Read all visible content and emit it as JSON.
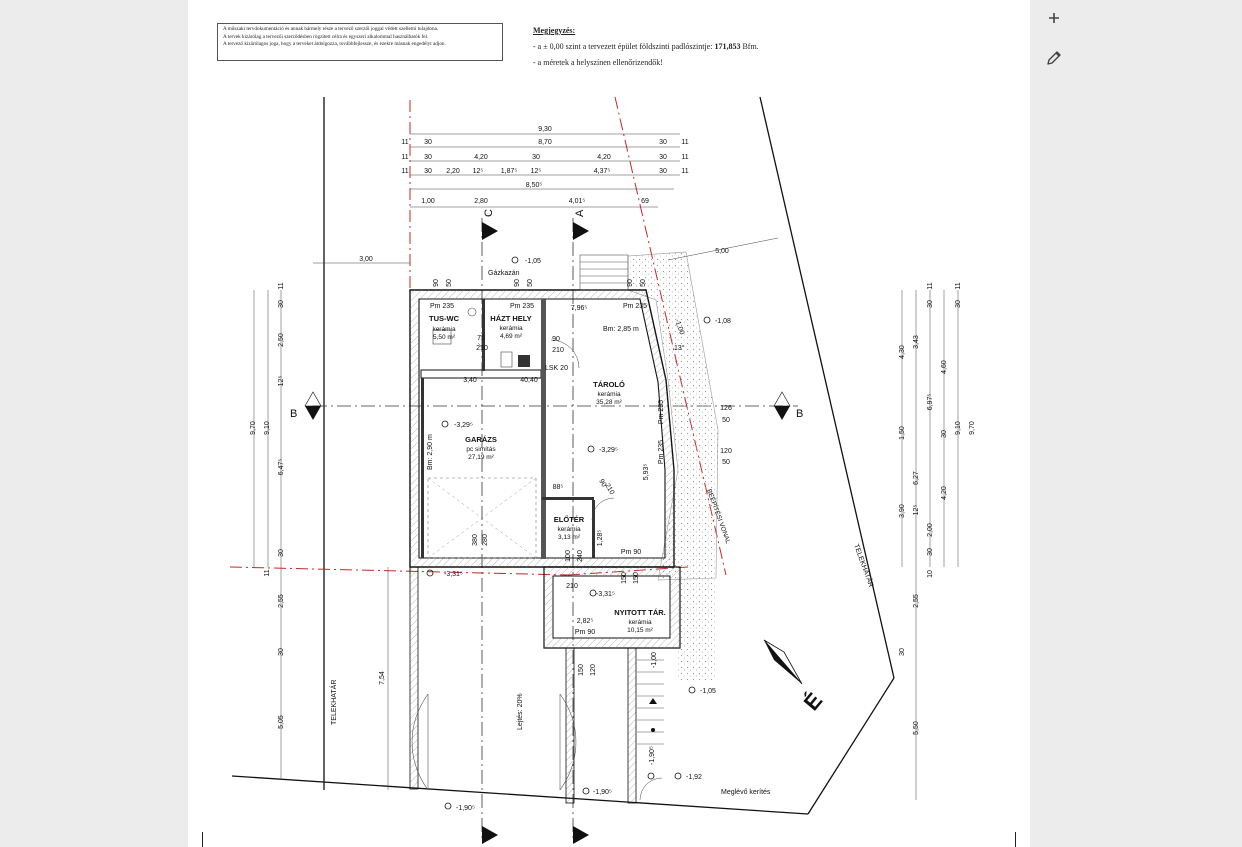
{
  "copyright_lines": [
    "A műszaki tervdokumentáció és annak bármely része a tervező szerzői joggal védett szellemi tulajdona.",
    "A tervek kizárólag a tervezői szerződésben rögzített célra és egyszeri alkalommal használhatók fel.",
    "A tervező kizárólagos joga, hogy a terveket átdolgozza, továbbfejlessze, és ezekre másnak engedélyt adjon."
  ],
  "notes": {
    "heading": "Megjegyzés:",
    "line1_prefix": "- a ± 0,00 szint a tervezett épület földszinti padlószintje: ",
    "line1_value": "171,853",
    "line1_suffix": " Bfm.",
    "line2": "- a méretek a helyszínen ellenőrizendők!"
  },
  "toolbar": {
    "add_icon": "plus-icon",
    "edit_icon": "pencil-icon"
  },
  "rooms": {
    "tus_wc": {
      "name": "TUS-WC",
      "finish": "kerámia",
      "area": "5,50 m²"
    },
    "hazt_hely": {
      "name": "HÁZT HELY",
      "finish": "kerámia",
      "area": "4,69 m²"
    },
    "tarolo": {
      "name": "TÁROLÓ",
      "finish": "kerámia",
      "area": "35,28 m²"
    },
    "garazs": {
      "name": "GARÁZS",
      "finish": "pc simítás",
      "area": "27,19 m²"
    },
    "eloter": {
      "name": "ELŐTÉR",
      "finish": "kerámia",
      "area": "3,13 m²"
    },
    "nyitott_tar": {
      "name": "NYITOTT TÁR.",
      "finish": "kerámia",
      "area": "10,15 m²"
    }
  },
  "labels": {
    "gazkazan": "Gázkazán",
    "lsk": "LSK 20",
    "bm_tarolo": "Bm: 2,85 m",
    "bm_garazs": "Bm: 2,90 m",
    "lejtes": "Lejtés: 20%",
    "telekhatar": "TELEKHATÁR",
    "beepitesi_vonal": "BEÉPÍTÉSI VONAL",
    "meglevo_kerites": "Meglévő kerítés",
    "angle": "13°",
    "section_b": "B",
    "section_c": "C",
    "section_a": "A"
  },
  "levels": {
    "l1": "-1,05",
    "l2": "-1,08",
    "l3": "-1,00",
    "l4": "-3,29⁵",
    "l5": "-3,29⁵",
    "l6": "-3,31⁵",
    "l7": "-3,31⁵",
    "l8": "-1,00",
    "l9": "-1,05",
    "l10": "-1,90⁵",
    "l11": "-1,92",
    "l12": "-1,90⁵",
    "l13": "-1,90⁵"
  },
  "dims_top": {
    "row1": [
      "9,30"
    ],
    "row2": [
      "11",
      "30",
      "8,70",
      "30",
      "11"
    ],
    "row3": [
      "11",
      "30",
      "4,20",
      "30",
      "4,20",
      "30",
      "11"
    ],
    "row4": [
      "11",
      "30",
      "2,20",
      "12⁵",
      "1,87⁵",
      "12⁵",
      "4,37⁵",
      "30",
      "11"
    ],
    "row5": [
      "8,50⁵"
    ],
    "row6": [
      "1,00",
      "2,80",
      "4,01⁵",
      "69"
    ]
  },
  "dims_left": [
    "11",
    "30",
    "2,50",
    "12⁵",
    "6,47⁵",
    "9,10",
    "9,70",
    "30",
    "11",
    "2,55",
    "30",
    "5,05",
    "7,54"
  ],
  "dims_right": [
    "4,30",
    "3,43",
    "6,97⁵",
    "4,60",
    "1,50",
    "6,27",
    "30",
    "9,10",
    "9,70",
    "3,90",
    "2,00",
    "12⁵",
    "4,20",
    "30",
    "10",
    "2,55",
    "30",
    "5,50",
    "11",
    "30",
    "11",
    "30"
  ],
  "dims_misc": {
    "d300": "3,00",
    "d500": "5,00",
    "d340": "3,40",
    "d4040": "40,40",
    "d90a": "90",
    "d50a": "50",
    "d90b": "90",
    "d50b": "50",
    "d90c": "90",
    "d50c": "50",
    "pm235a": "Pm 235",
    "pm235b": "Pm 235",
    "pm235c": "Pm 235",
    "pm235d": "Pm 235",
    "pm235e": "Pm 235",
    "d796": "7,96⁵",
    "d75": "75",
    "d210a": "210",
    "d90d": "90",
    "d210b": "210",
    "d126": "126",
    "d50d": "50",
    "d120a": "120",
    "d50e": "50",
    "d885": "88⁵",
    "d90e": "90",
    "d210c": "210",
    "d593": "5,93⁵",
    "d128": "1,28⁵",
    "pm90a": "Pm 90",
    "pm90b": "Pm 90",
    "d100": "100",
    "d240": "240",
    "d380": "380",
    "d280": "280",
    "d150a": "150",
    "d150b": "150",
    "d210d": "210",
    "d282": "2,82⁵",
    "d150c": "150",
    "d120b": "120"
  }
}
